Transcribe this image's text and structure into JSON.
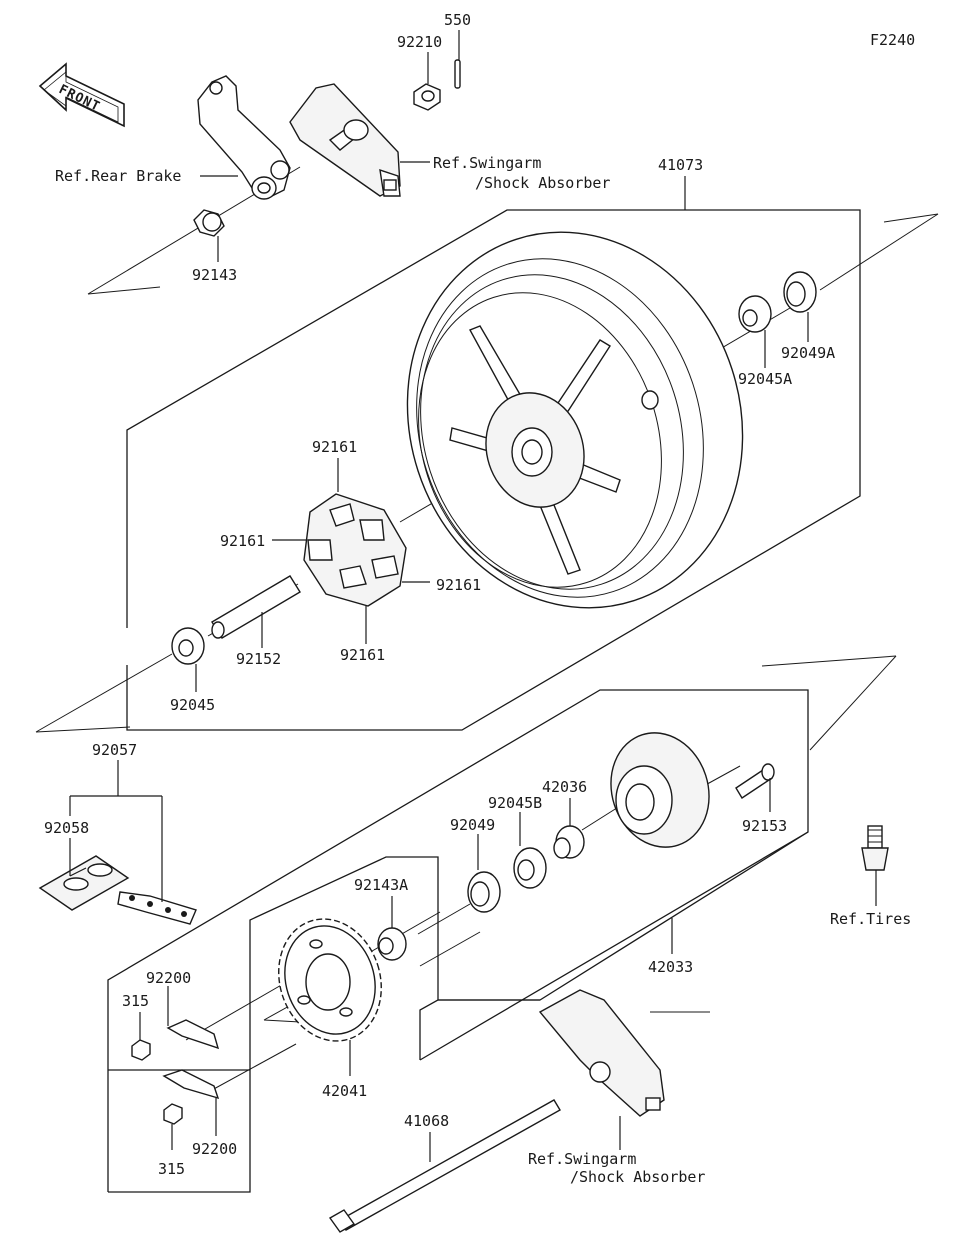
{
  "figure_code": "F2240",
  "front_arrow_text": "FRONT",
  "refs": {
    "rear_brake": "Ref.Rear Brake",
    "swingarm_top_1": "Ref.Swingarm",
    "swingarm_top_2": "/Shock Absorber",
    "tires": "Ref.Tires",
    "swingarm_bottom_1": "Ref.Swingarm",
    "swingarm_bottom_2": "/Shock Absorber"
  },
  "parts": {
    "p550": "550",
    "p92210": "92210",
    "p41073": "41073",
    "p92143": "92143",
    "p92049A": "92049A",
    "p92045A": "92045A",
    "p92161_top": "92161",
    "p92161_left": "92161",
    "p92161_right": "92161",
    "p92161_bottom": "92161",
    "p92152": "92152",
    "p92045": "92045",
    "p92057": "92057",
    "p92058": "92058",
    "p42036": "42036",
    "p92045B": "92045B",
    "p92049": "92049",
    "p92153": "92153",
    "p92143A": "92143A",
    "p42033": "42033",
    "p92200_top": "92200",
    "p315_top": "315",
    "p42041": "42041",
    "p41068": "41068",
    "p315_bottom": "315",
    "p92200_bottom": "92200"
  }
}
